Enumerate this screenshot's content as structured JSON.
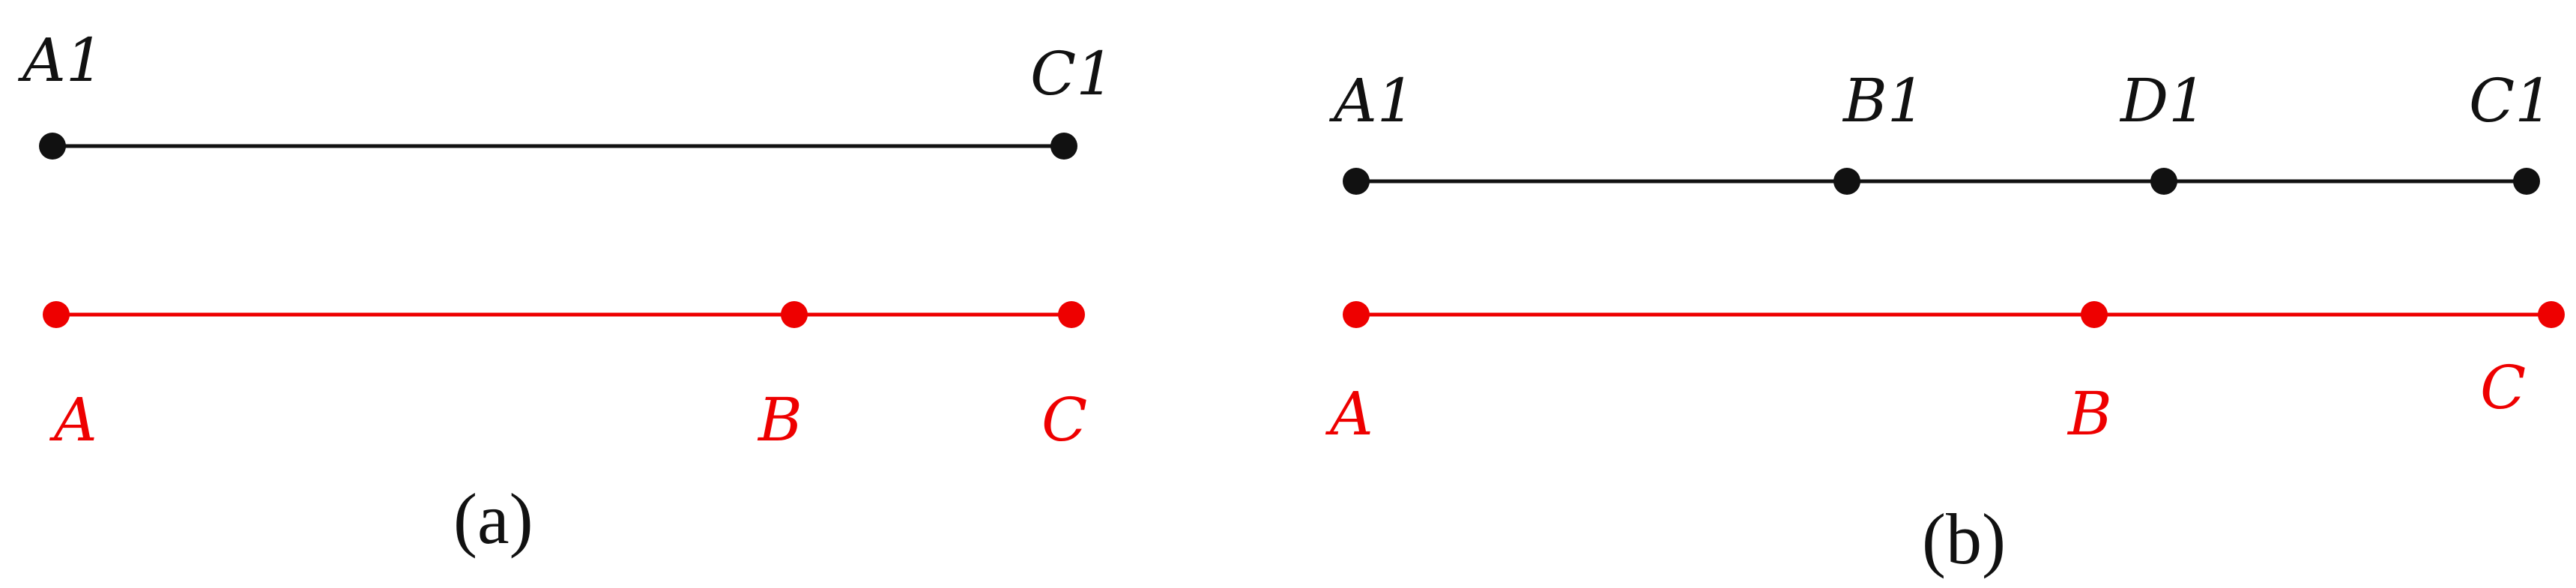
{
  "colors": {
    "top_line": "#111111",
    "bottom_line": "#ee0000"
  },
  "panel_a": {
    "caption": "(a)",
    "top_points": {
      "A1": "A1",
      "C1": "C1"
    },
    "bottom_points": {
      "A": "A",
      "B": "B",
      "C": "C"
    }
  },
  "panel_b": {
    "caption": "(b)",
    "top_points": {
      "A1": "A1",
      "B1": "B1",
      "D1": "D1",
      "C1": "C1"
    },
    "bottom_points": {
      "A": "A",
      "B": "B",
      "C": "C"
    }
  }
}
